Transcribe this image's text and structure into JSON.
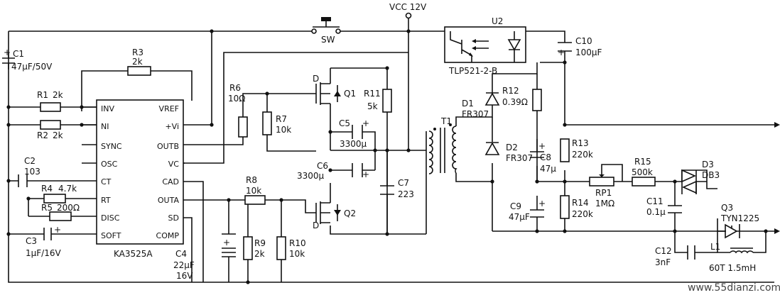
{
  "supply": {
    "vcc": "VCC 12V",
    "switch": "SW"
  },
  "ic": {
    "part": "KA3525A",
    "pins_left": [
      "INV",
      "NI",
      "SYNC",
      "OSC",
      "CT",
      "RT",
      "DISC",
      "SOFT"
    ],
    "pins_right": [
      "VREF",
      "+Vi",
      "OUTB",
      "VC",
      "CAD",
      "OUTA",
      "SD",
      "COMP"
    ]
  },
  "optocoupler": {
    "ref": "U2",
    "part": "TLP521-2-B"
  },
  "transformer": {
    "ref": "T1"
  },
  "components": {
    "C1": [
      "C1",
      "47μF/50V"
    ],
    "R3": [
      "R3",
      "2k"
    ],
    "R1": [
      "R1",
      "2k"
    ],
    "R2": [
      "R2",
      "2k"
    ],
    "C2": [
      "C2",
      "103"
    ],
    "R4": [
      "R4",
      "4.7k"
    ],
    "R5": [
      "R5",
      "200Ω"
    ],
    "C3": [
      "C3",
      "1μF/16V"
    ],
    "C4": [
      "C4",
      "22μF",
      "16V"
    ],
    "R6": [
      "R6",
      "10Ω"
    ],
    "R7": [
      "R7",
      "10k"
    ],
    "R8": [
      "R8",
      "10k"
    ],
    "R9": [
      "R9",
      "2k"
    ],
    "R10": [
      "R10",
      "10k"
    ],
    "Q1": [
      "Q1"
    ],
    "Q2": [
      "Q2"
    ],
    "R11": [
      "R11",
      "5k"
    ],
    "C5": [
      "C5",
      "3300μ"
    ],
    "C6": [
      "C6",
      "3300μ"
    ],
    "C7": [
      "C7",
      "223"
    ],
    "D1": [
      "D1",
      "FR307"
    ],
    "D2": [
      "D2",
      "FR307"
    ],
    "R12": [
      "R12",
      "0.39Ω"
    ],
    "C8": [
      "C8",
      "47μ"
    ],
    "C9": [
      "C9",
      "47μF"
    ],
    "C10": [
      "C10",
      "100μF"
    ],
    "R13": [
      "R13",
      "220k"
    ],
    "R14": [
      "R14",
      "220k"
    ],
    "R15": [
      "R15",
      "500k"
    ],
    "RP1": [
      "RP1",
      "1MΩ"
    ],
    "D3": [
      "D3",
      "DB3"
    ],
    "Q3": [
      "Q3",
      "TYN1225"
    ],
    "C11": [
      "C11",
      "0.1μ"
    ],
    "C12": [
      "C12",
      "3nF"
    ],
    "L1": [
      "L1",
      "60T 1.5mH"
    ]
  },
  "mosfet_pin_label": "D",
  "watermark": "www.55dianzi.com"
}
